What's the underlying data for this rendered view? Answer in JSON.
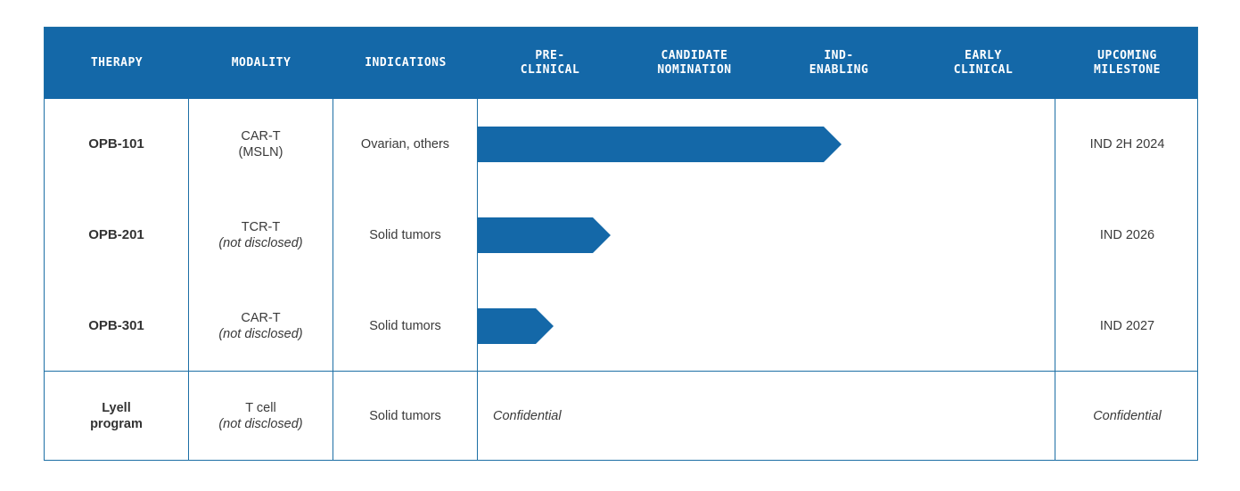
{
  "headers": {
    "therapy": "THERAPY",
    "modality": "MODALITY",
    "indications": "INDICATIONS",
    "preclinical": "PRE-\nCLINICAL",
    "candidate": "CANDIDATE\nNOMINATION",
    "ind_enabling": "IND-\nENABLING",
    "early_clinical": "EARLY\nCLINICAL",
    "milestone": "UPCOMING\nMILESTONE"
  },
  "rows": [
    {
      "therapy": "OPB-101",
      "modality": "CAR-T",
      "modality_sub": "(MSLN)",
      "indication": "Ovarian, others",
      "stage_progress": 0.63,
      "milestone": "IND 2H 2024"
    },
    {
      "therapy": "OPB-201",
      "modality": "TCR-T",
      "modality_sub": "(not disclosed)",
      "indication": "Solid tumors",
      "stage_progress": 0.23,
      "milestone": "IND 2026"
    },
    {
      "therapy": "OPB-301",
      "modality": "CAR-T",
      "modality_sub": "(not disclosed)",
      "indication": "Solid tumors",
      "stage_progress": 0.13,
      "milestone": "IND 2027"
    },
    {
      "therapy": "Lyell\nprogram",
      "modality": "T cell",
      "modality_sub": "(not disclosed)",
      "indication": "Solid tumors",
      "stage_text": "Confidential",
      "milestone": "Confidential"
    }
  ],
  "colors": {
    "accent": "#1468a8",
    "border": "#1d6fa5"
  }
}
